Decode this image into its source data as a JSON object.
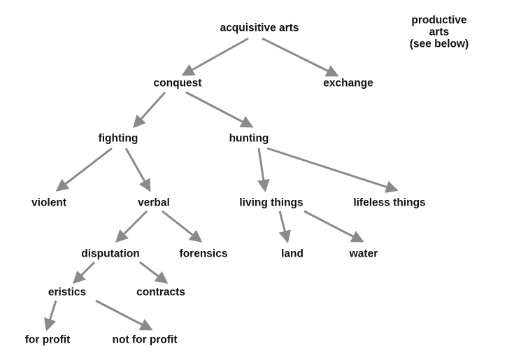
{
  "nodes": {
    "acquisitive_arts": "acquisitive arts",
    "conquest": "conquest",
    "exchange": "exchange",
    "fighting": "fighting",
    "hunting": "hunting",
    "violent": "violent",
    "verbal": "verbal",
    "living_things": "living things",
    "lifeless_things": "lifeless things",
    "disputation": "disputation",
    "forensics": "forensics",
    "land": "land",
    "water": "water",
    "eristics": "eristics",
    "contracts": "contracts",
    "for_profit": "for profit",
    "not_for_profit": "not for profit"
  },
  "note": {
    "line1": "productive arts",
    "line2": "(see below)"
  },
  "edges": [
    [
      "acquisitive_arts",
      "conquest"
    ],
    [
      "acquisitive_arts",
      "exchange"
    ],
    [
      "conquest",
      "fighting"
    ],
    [
      "conquest",
      "hunting"
    ],
    [
      "fighting",
      "violent"
    ],
    [
      "fighting",
      "verbal"
    ],
    [
      "hunting",
      "living_things"
    ],
    [
      "hunting",
      "lifeless_things"
    ],
    [
      "verbal",
      "disputation"
    ],
    [
      "verbal",
      "forensics"
    ],
    [
      "living_things",
      "land"
    ],
    [
      "living_things",
      "water"
    ],
    [
      "disputation",
      "eristics"
    ],
    [
      "disputation",
      "contracts"
    ],
    [
      "eristics",
      "for_profit"
    ],
    [
      "eristics",
      "not_for_profit"
    ]
  ],
  "colors": {
    "arrow": "#8a8a8a",
    "text": "#111111"
  }
}
